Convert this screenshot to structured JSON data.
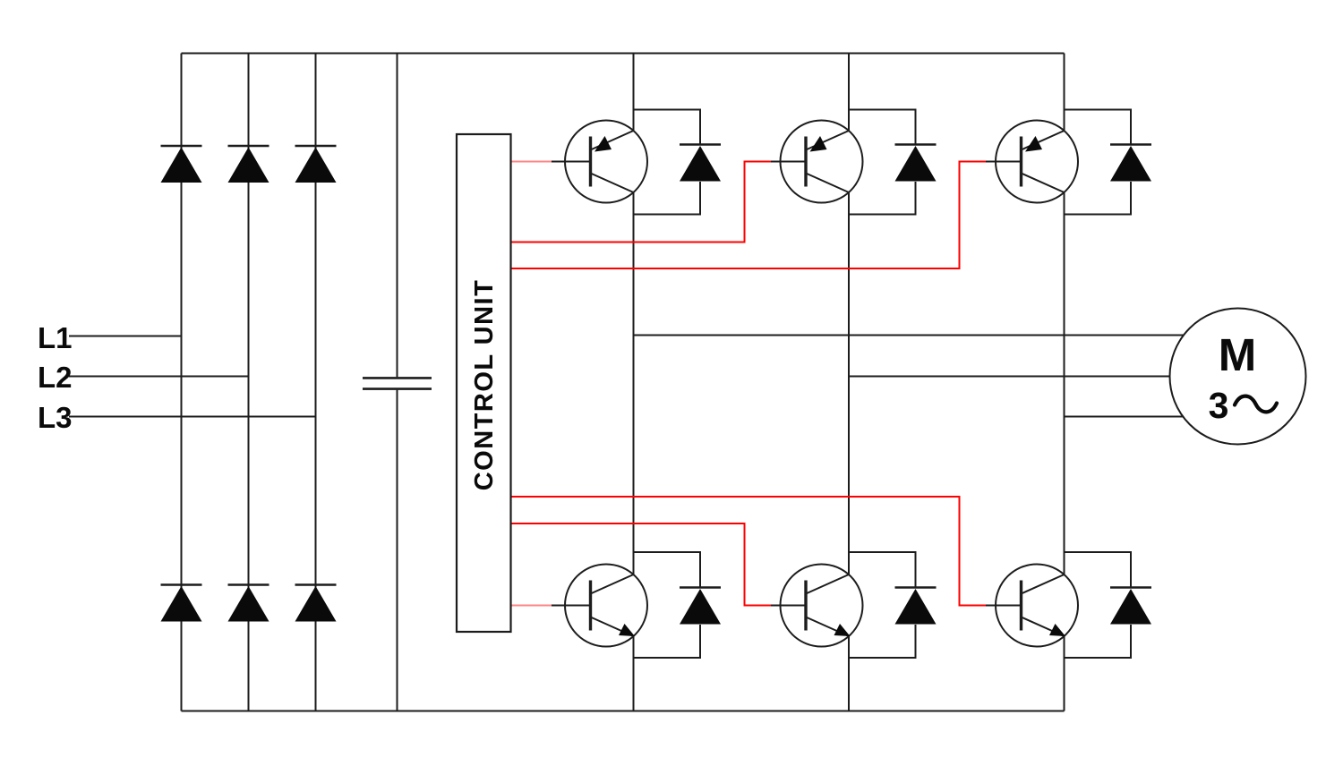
{
  "schematic": {
    "inputs": [
      {
        "label": "L1"
      },
      {
        "label": "L2"
      },
      {
        "label": "L3"
      }
    ],
    "control_unit": {
      "label": "CONTROL UNIT"
    },
    "motor": {
      "label": "M",
      "phases": "3",
      "ac_symbol": "~"
    },
    "colors": {
      "background": "#ffffff",
      "wire": "#1c1c1c",
      "component": "#0a0a0a",
      "control_wire": "#ff0000",
      "control_wire_stub": "#ff8585"
    }
  }
}
